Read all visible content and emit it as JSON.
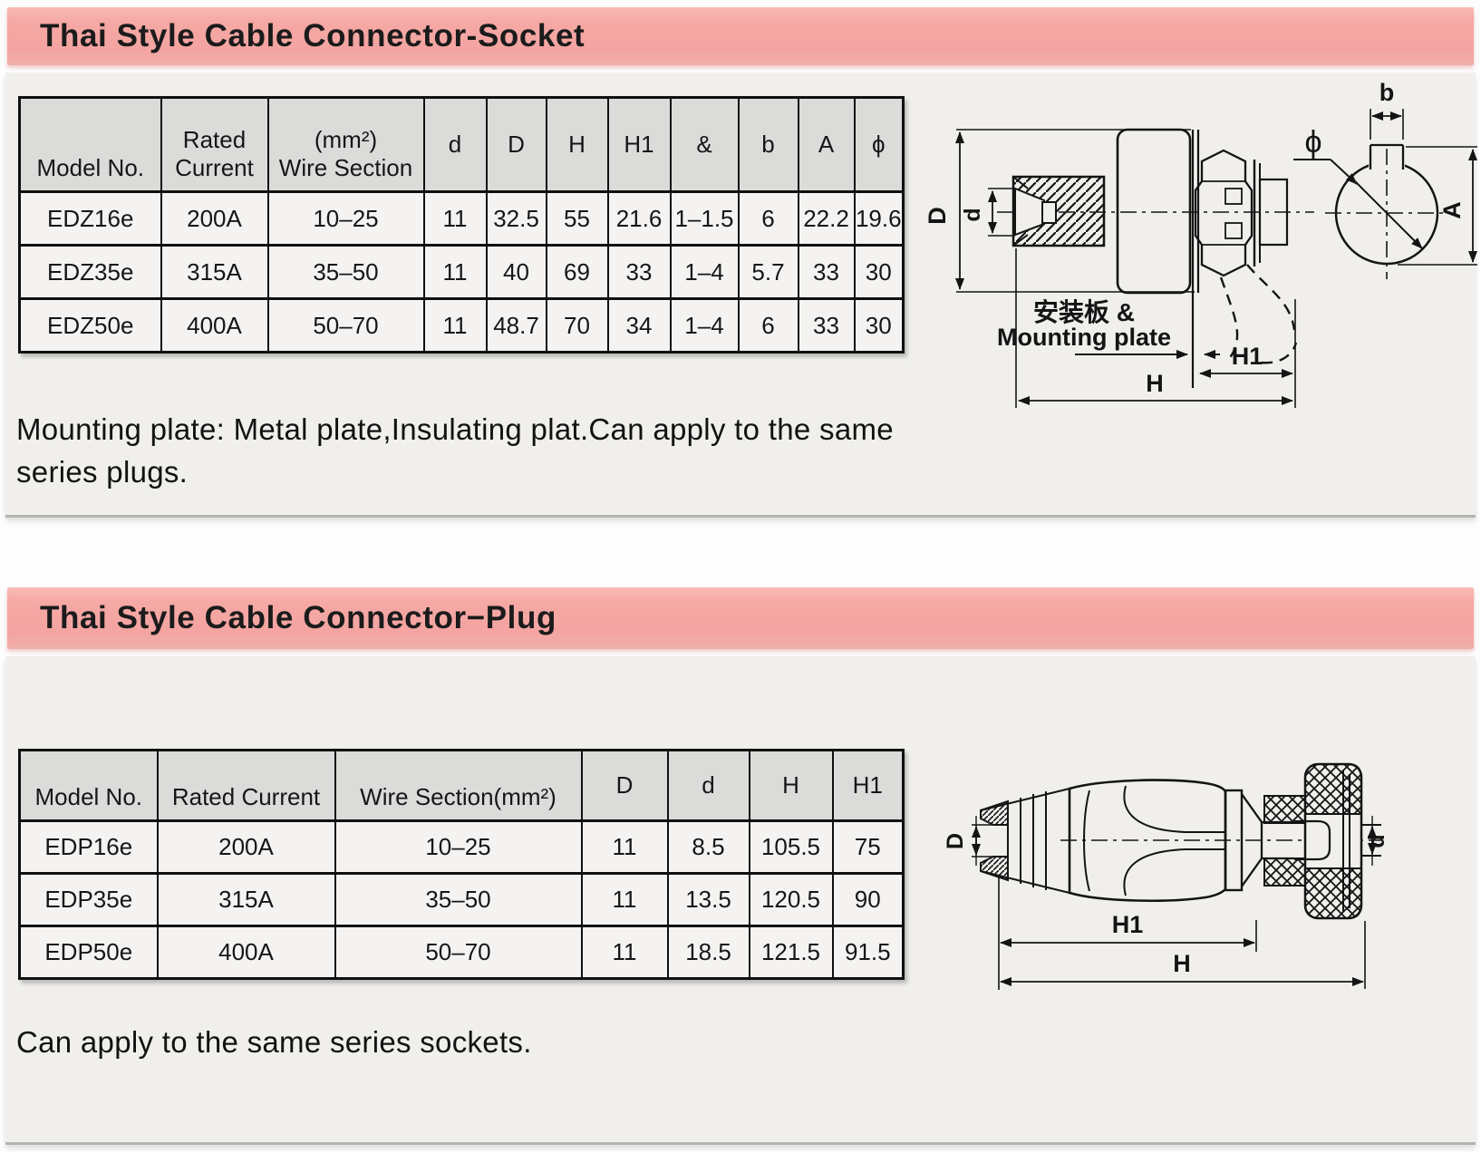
{
  "colors": {
    "title_bar_pink": "#f5a7a4",
    "panel_gray": "#f0efec",
    "header_cell_gray": "#dbdbd9",
    "data_cell_gray": "#f4f3f1",
    "line_black": "#141414"
  },
  "socket_section": {
    "title": "Thai Style Cable Connector-Socket",
    "table": {
      "col_model": "Model No.",
      "col_rated_1": "Rated",
      "col_rated_2": "Current",
      "col_wire_1": "(mm²)",
      "col_wire_2": "Wire Section",
      "col_d": "d",
      "col_D": "D",
      "col_H": "H",
      "col_H1": "H1",
      "col_amp": "&",
      "col_b": "b",
      "col_A": "A",
      "col_phi": "ϕ",
      "rows": [
        [
          "EDZ16e",
          "200A",
          "10–25",
          "11",
          "32.5",
          "55",
          "21.6",
          "1–1.5",
          "6",
          "22.2",
          "19.6"
        ],
        [
          "EDZ35e",
          "315A",
          "35–50",
          "11",
          "40",
          "69",
          "33",
          "1–4",
          "5.7",
          "33",
          "30"
        ],
        [
          "EDZ50e",
          "400A",
          "50–70",
          "11",
          "48.7",
          "70",
          "34",
          "1–4",
          "6",
          "33",
          "30"
        ]
      ]
    },
    "note_line1": "Mounting plate: Metal plate,Insulating plat.Can apply to the same",
    "note_line2": "series plugs.",
    "drawing": {
      "dim_D": "D",
      "dim_d": "d",
      "dim_b": "b",
      "dim_phi": "ϕ",
      "dim_A": "A",
      "dim_H1": "H1",
      "dim_H": "H",
      "mounting_cn": "安装板 &",
      "mounting_en": "Mounting plate"
    }
  },
  "plug_section": {
    "title": "Thai Style Cable Connector−Plug",
    "table": {
      "col_model": "Model No.",
      "col_rated": "Rated Current",
      "col_wire": "Wire Section(mm²)",
      "col_D": "D",
      "col_d": "d",
      "col_H": "H",
      "col_H1": "H1",
      "rows": [
        [
          "EDP16e",
          "200A",
          "10–25",
          "11",
          "8.5",
          "105.5",
          "75"
        ],
        [
          "EDP35e",
          "315A",
          "35–50",
          "11",
          "13.5",
          "120.5",
          "90"
        ],
        [
          "EDP50e",
          "400A",
          "50–70",
          "11",
          "18.5",
          "121.5",
          "91.5"
        ]
      ]
    },
    "note": "Can apply to the same series sockets.",
    "drawing": {
      "dim_D": "D",
      "dim_d": "d",
      "dim_H1": "H1",
      "dim_H": "H"
    }
  }
}
